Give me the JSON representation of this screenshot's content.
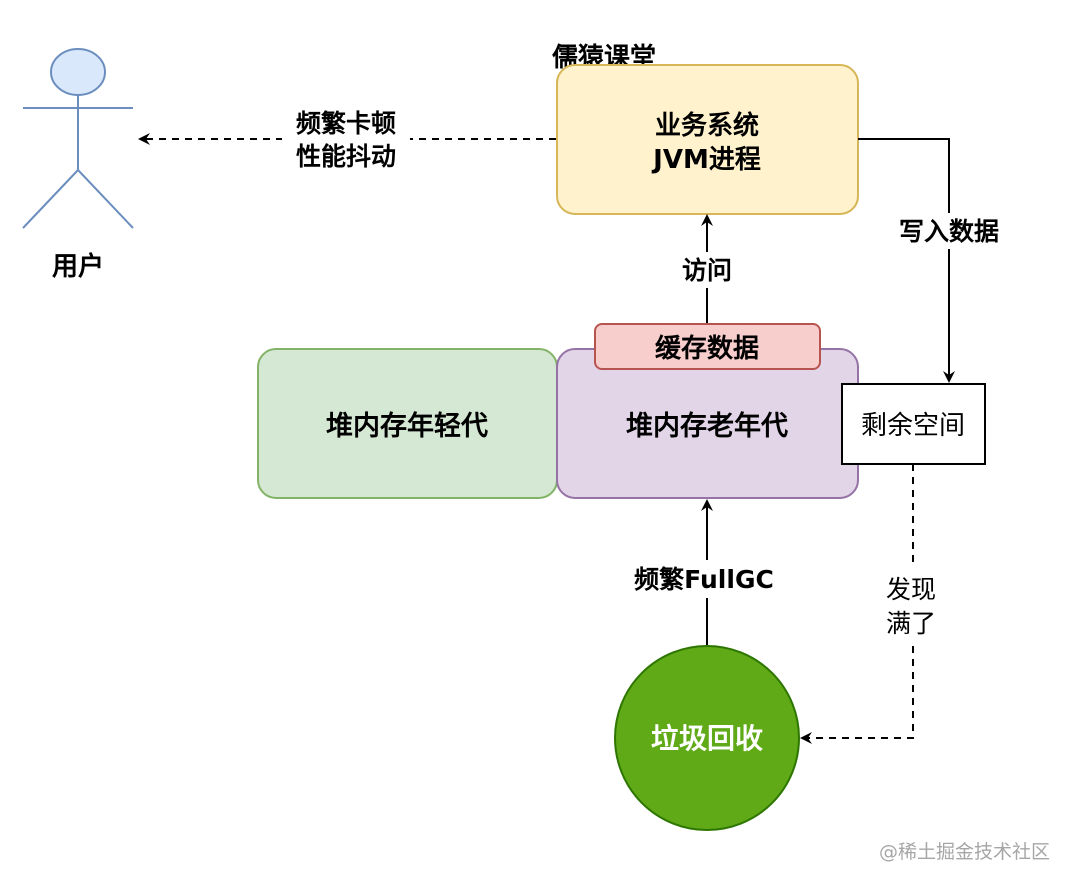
{
  "brand_label": "儒猿课堂",
  "actor": {
    "label": "用户",
    "icon": "person-icon",
    "fill": "#dae8fc",
    "stroke": "#6c8ebf"
  },
  "nodes": {
    "business_system": {
      "line1": "业务系统",
      "line2": "JVM进程",
      "fill": "#fff2cc",
      "stroke": "#d6b656"
    },
    "young_gen": {
      "label": "堆内存年轻代",
      "fill": "#d5e8d4",
      "stroke": "#82b366"
    },
    "old_gen": {
      "label": "堆内存老年代",
      "fill": "#e1d5e7",
      "stroke": "#9673a6"
    },
    "cache_data": {
      "label": "缓存数据",
      "fill": "#f8cecc",
      "stroke": "#b85450"
    },
    "remaining_space": {
      "label": "剩余空间",
      "fill": "#ffffff",
      "stroke": "#000000"
    },
    "garbage_collection": {
      "label": "垃圾回收",
      "fill": "#60a917",
      "stroke": "#2d7600"
    }
  },
  "edges": {
    "lag_to_user": {
      "line1": "频繁卡顿",
      "line2": "性能抖动",
      "style": "dashed"
    },
    "write_data": {
      "label": "写入数据",
      "style": "solid"
    },
    "access": {
      "label": "访问",
      "style": "solid"
    },
    "frequent_full_gc": {
      "label": "频繁FullGC",
      "style": "solid"
    },
    "found_full": {
      "line1": "发现",
      "line2": "满了",
      "style": "dashed"
    }
  },
  "watermark": "@稀土掘金技术社区"
}
